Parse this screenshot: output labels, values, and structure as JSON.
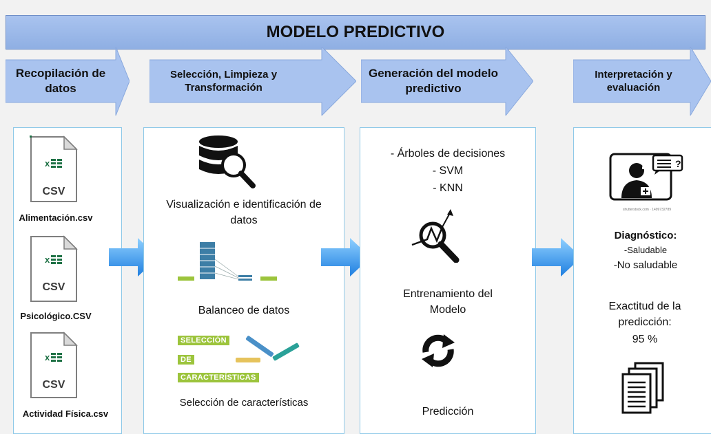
{
  "title": "MODELO PREDICTIVO",
  "colors": {
    "banner": "#9bb7ea",
    "arrow": "#a9c3ef",
    "flow_arrow": "#2f8fe8",
    "panel_border": "#8ec9e8",
    "csv_green": "#1e7145",
    "feature_green": "#9cc43c",
    "bar_blue": "#3d7ea6"
  },
  "stages": [
    {
      "label": "Recopilación de datos"
    },
    {
      "label": "Selección, Limpieza y Transformación"
    },
    {
      "label": "Generación del modelo predictivo"
    },
    {
      "label": "Interpretación y evaluación"
    }
  ],
  "panel1": {
    "files": [
      {
        "icon": "csv-file-icon",
        "badge": "CSV",
        "label": "Alimentación.csv"
      },
      {
        "icon": "csv-file-icon",
        "badge": "CSV",
        "label": "Psicológico.CSV"
      },
      {
        "icon": "csv-file-icon",
        "badge": "CSV",
        "label": "Actividad Física.csv"
      }
    ]
  },
  "panel2": {
    "visualize_label": "Visualización e identificación de datos",
    "balance_label": "Balanceo de datos",
    "feature_words": [
      "SELECCIÓN",
      "DE",
      "CARACTERÍSTICAS"
    ],
    "feature_label": "Selección de características"
  },
  "panel3": {
    "algorithms": [
      "- Árboles de decisiones",
      "- SVM",
      "- KNN"
    ],
    "training_label": "Entrenamiento del Modelo",
    "prediction_label": "Predicción"
  },
  "panel4": {
    "watermark": "shutterstock.com · 1499732789",
    "diagnosis_title": "Diagnóstico:",
    "diagnosis_options": [
      "-Saludable",
      "-No saludable"
    ],
    "accuracy_label": "Exactitud de la predicción:",
    "accuracy_value": "95 %"
  }
}
